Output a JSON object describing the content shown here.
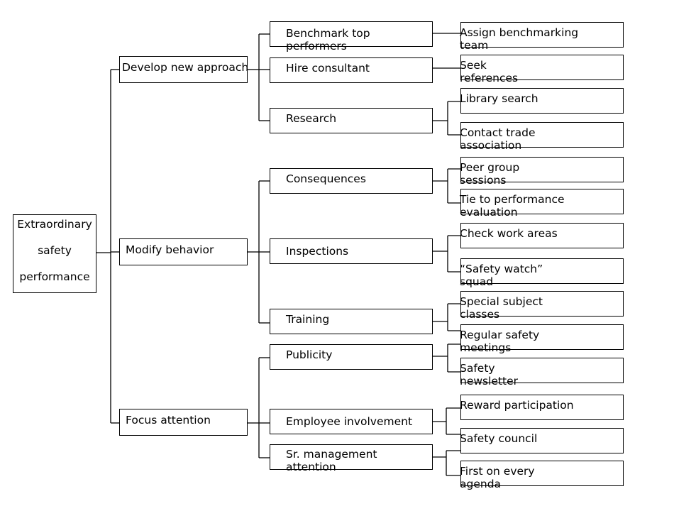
{
  "root": {
    "lines": [
      "Extraordinary",
      "safety",
      "performance"
    ]
  },
  "branches": [
    {
      "label": "Develop new approach",
      "children": [
        {
          "label": "Benchmark top performers",
          "children": [
            "Assign benchmarking team"
          ]
        },
        {
          "label": "Hire consultant",
          "children": [
            "Seek references"
          ]
        },
        {
          "label": "Research",
          "children": [
            "Library search",
            "Contact trade association"
          ]
        }
      ]
    },
    {
      "label": "Modify behavior",
      "children": [
        {
          "label": "Consequences",
          "children": [
            "Peer group sessions",
            "Tie to performance evaluation"
          ]
        },
        {
          "label": "Inspections",
          "children": [
            "Check work areas",
            "“Safety watch” squad"
          ]
        },
        {
          "label": "Training",
          "children": [
            "Special subject classes",
            "Regular safety meetings"
          ]
        }
      ]
    },
    {
      "label": "Focus attention",
      "children": [
        {
          "label": "Publicity",
          "children": [
            "Safety newsletter"
          ]
        },
        {
          "label": "Employee involvement",
          "children": [
            "Reward participation",
            "Safety council"
          ]
        },
        {
          "label": "Sr. management attention",
          "children": [
            "First on every agenda"
          ]
        }
      ]
    }
  ]
}
